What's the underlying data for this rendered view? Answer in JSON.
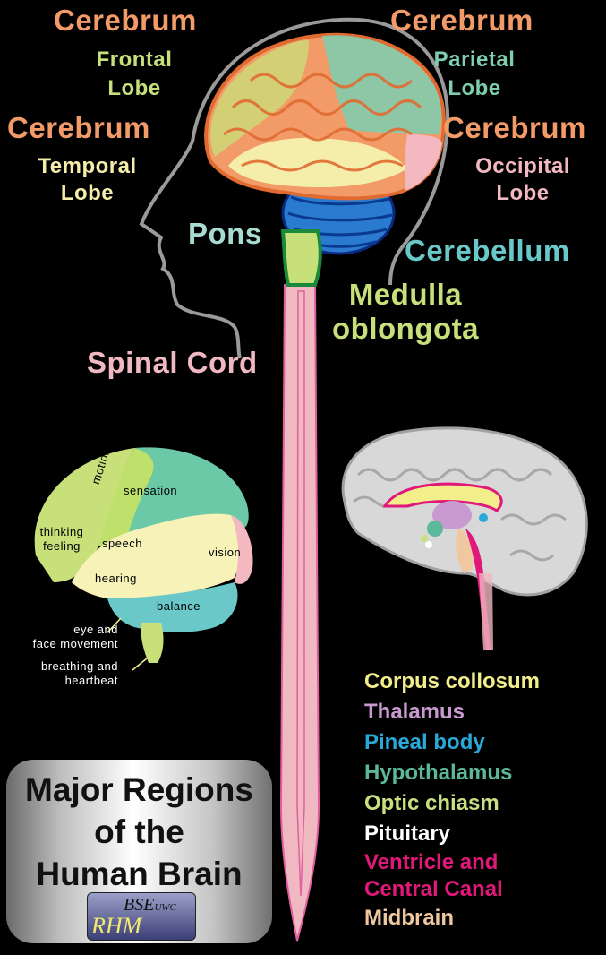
{
  "labels": {
    "cerebrum_frontal": "Cerebrum",
    "frontal_lobe": "Frontal\nLobe",
    "cerebrum_parietal": "Cerebrum",
    "parietal_lobe": "Parietal\nLobe",
    "cerebrum_temporal": "Cerebrum",
    "temporal_lobe": "Temporal\nLobe",
    "cerebrum_occipital": "Cerebrum",
    "occipital_lobe": "Occipital\nLobe",
    "pons": "Pons",
    "cerebellum": "Cerebellum",
    "medulla": "Medulla\noblongota",
    "spinal_cord": "Spinal Cord"
  },
  "function_map": {
    "motion": "motion",
    "sensation": "sensation",
    "thinking": "thinking\nfeeling",
    "speech": "speech",
    "hearing": "hearing",
    "vision": "vision",
    "balance": "balance",
    "eye_face": "eye and\nface movement",
    "breathing": "breathing and\nheartbeat"
  },
  "legend": [
    {
      "label": "Corpus collosum",
      "color": "#f2ee8a"
    },
    {
      "label": "Thalamus",
      "color": "#c89ad0"
    },
    {
      "label": "Pineal body",
      "color": "#2aa8d8"
    },
    {
      "label": "Hypothalamus",
      "color": "#5cb89a"
    },
    {
      "label": "Optic chiasm",
      "color": "#c8e080"
    },
    {
      "label": "Pituitary",
      "color": "#ffffff"
    },
    {
      "label": "Ventricle and\nCentral Canal",
      "color": "#e0187a"
    },
    {
      "label": "Midbrain",
      "color": "#f0c8a0"
    }
  ],
  "title": {
    "text": "Major Regions\nof the\nHuman Brain",
    "badge_top": "BSE",
    "badge_sub": "UWC",
    "badge_main": "RHM"
  },
  "colors": {
    "cerebrum": "#f29a68",
    "frontal": "#c7e07a",
    "parietal": "#7dcfb0",
    "temporal": "#f4eeaa",
    "occipital": "#f4b8c0",
    "pons": "#a8dcd0",
    "cerebellum": "#6ac8c8",
    "medulla": "#c8e07a",
    "spinal": "#f0b8c0"
  }
}
